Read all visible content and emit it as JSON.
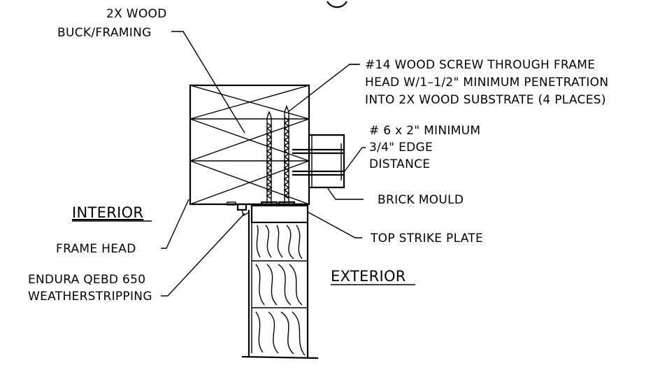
{
  "labels": {
    "wood_buck_line1": "2X WOOD",
    "wood_buck_line2": "BUCK/FRAMING",
    "screw_line1": "#14 WOOD SCREW THROUGH FRAME",
    "screw_line2": "HEAD W/1–1/2\" MINIMUM PENETRATION",
    "screw_line3": "INTO 2X WOOD SUBSTRATE (4 PLACES)",
    "fastener_line1": "# 6 x 2\" MINIMUM",
    "fastener_line2": "3/4\" EDGE",
    "fastener_line3": "DISTANCE",
    "brick_mould": "BRICK MOULD",
    "interior": "INTERIOR",
    "top_strike_plate": "TOP STRIKE PLATE",
    "frame_head": "FRAME HEAD",
    "weatherstrip_line1": "ENDURA QEBD 650",
    "weatherstrip_line2": "WEATHERSTRIPPING",
    "exterior": "EXTERIOR"
  },
  "colors": {
    "ink": "#000000",
    "background": "#ffffff"
  }
}
